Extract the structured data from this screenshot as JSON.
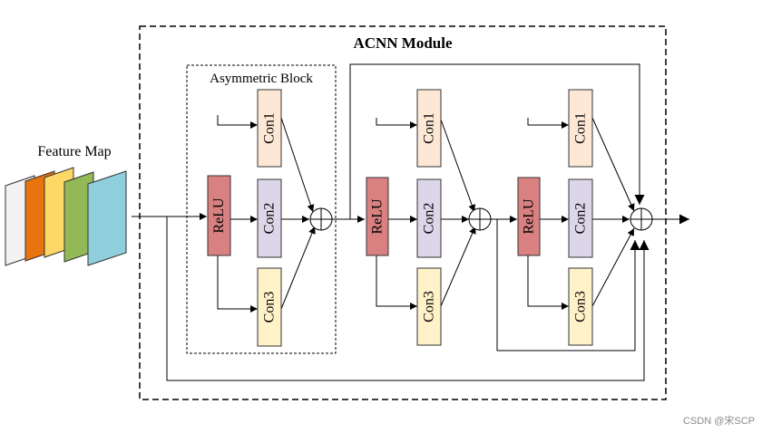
{
  "module": {
    "title": "ACNN Module"
  },
  "input": {
    "label": "Feature Map",
    "layer_colors": [
      "#f2f2f2",
      "#e8730f",
      "#fed866",
      "#92b956",
      "#8fcfdc"
    ]
  },
  "block": {
    "title": "Asymmetric Block",
    "relu_label": "ReLU",
    "conv_labels": [
      "Con1",
      "Con2",
      "Con3"
    ]
  },
  "colors": {
    "relu": "#d98080",
    "con1": "#fde8d6",
    "con2": "#dcd6e8",
    "con3": "#fff2c9"
  },
  "watermark": "CSDN @宋SCP"
}
